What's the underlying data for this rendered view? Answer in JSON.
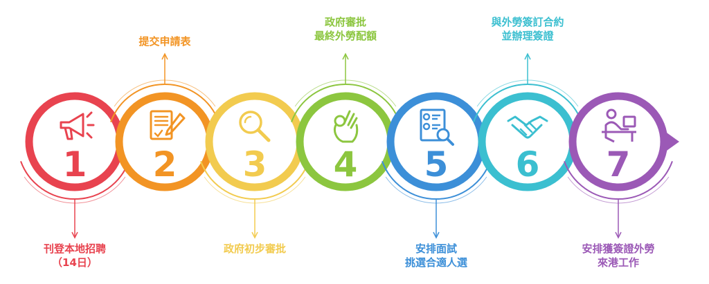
{
  "steps": [
    {
      "number": "1",
      "color": "#e8434f",
      "icon": "megaphone-icon",
      "label_position": "bottom",
      "label_lines": [
        "刊登本地招聘",
        "（14日）"
      ]
    },
    {
      "number": "2",
      "color": "#f29424",
      "icon": "document-signing-icon",
      "label_position": "top",
      "label_lines": [
        "提交申請表"
      ]
    },
    {
      "number": "3",
      "color": "#f2cb4f",
      "icon": "magnifier-icon",
      "label_position": "bottom",
      "label_lines": [
        "政府初步審批"
      ]
    },
    {
      "number": "4",
      "color": "#8cc63f",
      "icon": "ok-hand-icon",
      "label_position": "top",
      "label_lines": [
        "政府審批",
        "最終外勞配額"
      ]
    },
    {
      "number": "5",
      "color": "#3c8fd8",
      "icon": "resume-search-icon",
      "label_position": "bottom",
      "label_lines": [
        "安排面試",
        "挑選合適人選"
      ]
    },
    {
      "number": "6",
      "color": "#3bbfd0",
      "icon": "handshake-icon",
      "label_position": "top",
      "label_lines": [
        "與外勞簽訂合約",
        "並辦理簽證"
      ]
    },
    {
      "number": "7",
      "color": "#9b59b6",
      "icon": "office-worker-icon",
      "label_position": "bottom",
      "label_lines": [
        "安排獲簽證外勞",
        "來港工作"
      ]
    }
  ]
}
